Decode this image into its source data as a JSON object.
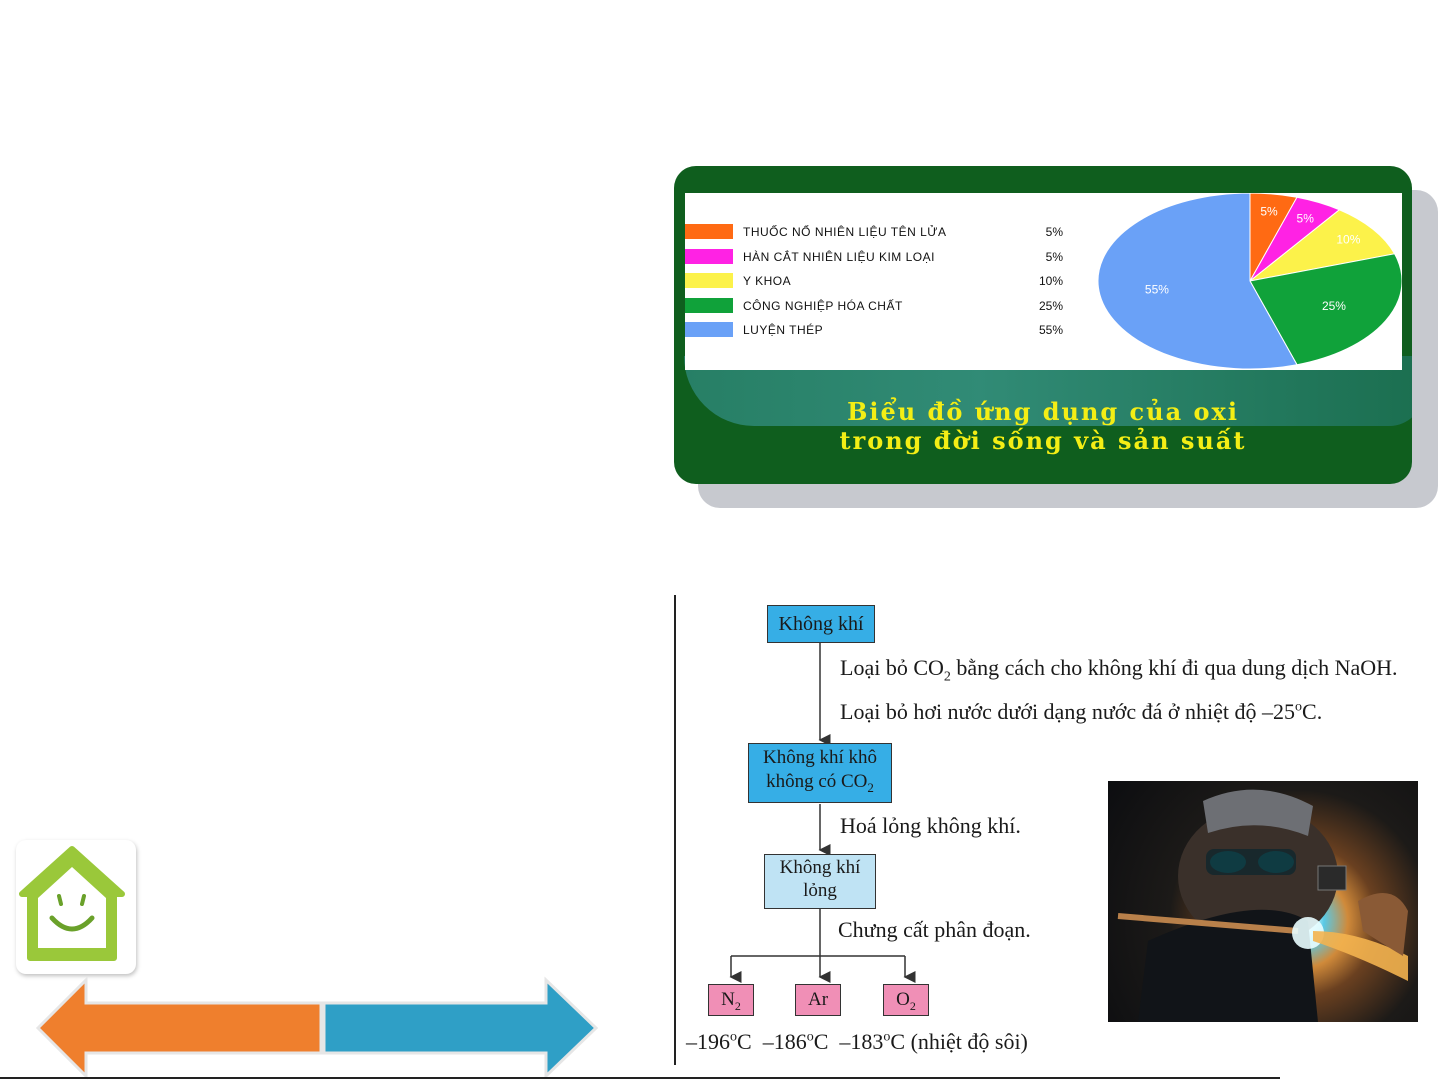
{
  "chart_data": {
    "type": "pie",
    "categories": [
      "THUỐC NỔ NHIÊN LIỆU TÊN LỬA",
      "HÀN CẮT NHIÊN LIỆU KIM LOẠI",
      "Y KHOA",
      "CÔNG NGHIỆP HÓA CHẤT",
      "LUYỆN THÉP"
    ],
    "values": [
      5,
      5,
      10,
      25,
      55
    ],
    "value_labels": [
      "5%",
      "5%",
      "10%",
      "25%",
      "55%"
    ],
    "colors": [
      "#ff6a13",
      "#ff22e4",
      "#fcf24a",
      "#10a23a",
      "#6aa1f7"
    ],
    "title": "Biểu đồ ứng dụng của oxi trong đời sống và sản suất",
    "legend_placement": "left"
  },
  "chart_title": {
    "line1": "Biểu đồ ứng dụng của oxi",
    "line2": "trong đời sống và sản suất"
  },
  "flow": {
    "air": "Không khí",
    "step1": "Loại bỏ CO",
    "step1_sub": "2",
    "step1_rest": " bằng cách cho không khí đi qua dung dịch NaOH.",
    "step2": "Loại bỏ hơi nước dưới dạng nước đá ở nhiệt độ –25",
    "step2_sup": "o",
    "step2_rest": "C.",
    "dry_air_line1": "Không khí khô",
    "dry_air_line2": "không có CO",
    "dry_air_sub": "2",
    "step3": "Hoá lỏng không khí.",
    "liquid_air_line1": "Không khí",
    "liquid_air_line2": "lỏng",
    "step4": "Chưng cất phân đoạn.",
    "n2": "N",
    "n2_sub": "2",
    "ar": "Ar",
    "o2": "O",
    "o2_sub": "2",
    "temp_n2": "–196",
    "temp_ar": "–186",
    "temp_o2": "–183",
    "temp_unit_sup": "o",
    "temp_unit": "C",
    "temp_note": " (nhiệt độ sôi)"
  },
  "photo": {
    "subject": "welding-torch-photo"
  },
  "nav": {
    "home_icon": "smiley-house-icon",
    "back_icon": "left-arrow-icon",
    "forward_icon": "right-arrow-icon",
    "back_color": "#ef7f2d",
    "forward_color": "#2f9fc6"
  }
}
